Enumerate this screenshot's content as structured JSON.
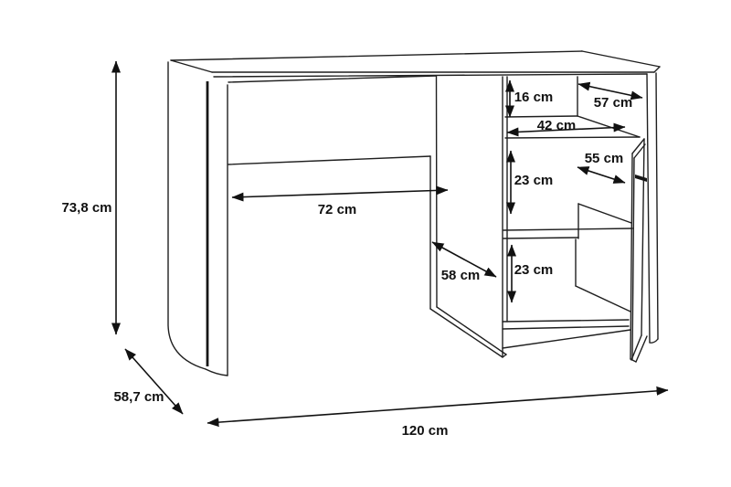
{
  "diagram": {
    "title": "Desk dimension diagram",
    "unit": "cm",
    "background": "#ffffff",
    "line_color": "#1f1f1f",
    "text_color": "#111111",
    "labels": {
      "overall_height": "73,8 cm",
      "overall_depth": "58,7 cm",
      "overall_width": "120 cm",
      "knee_space_width": "72 cm",
      "top_compartment_height": "16 cm",
      "top_compartment_depth": "57 cm",
      "shelf_clear_width": "42 cm",
      "middle_compartment_depth": "55 cm",
      "middle_compartment_height": "23 cm",
      "bottom_compartment_height": "23 cm",
      "side_panel_depth": "58 cm"
    }
  }
}
